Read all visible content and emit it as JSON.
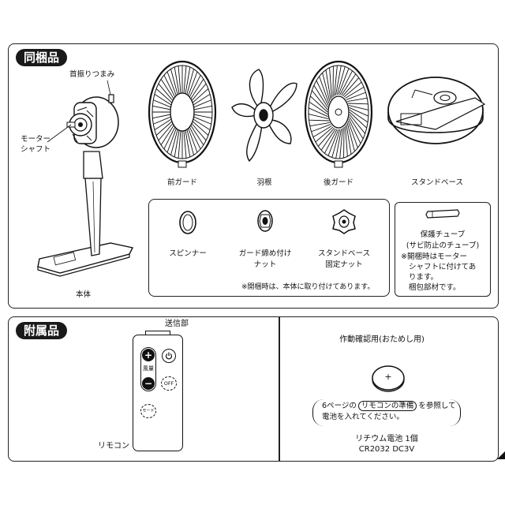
{
  "included": {
    "title": "同梱品",
    "main_unit": {
      "label": "本体",
      "knob_label": "首振りつまみ",
      "shaft_label_1": "モーター",
      "shaft_label_2": "シャフト"
    },
    "parts": [
      {
        "label": "前ガード"
      },
      {
        "label": "羽根"
      },
      {
        "label": "後ガード"
      },
      {
        "label": "スタンドベース"
      }
    ],
    "small_parts": [
      {
        "line1": "スピンナー",
        "line2": ""
      },
      {
        "line1": "ガード締め付け",
        "line2": "ナット"
      },
      {
        "line1": "スタンドベース",
        "line2": "固定ナット"
      }
    ],
    "small_parts_note": "※開梱時は、本体に取り付けてあります。",
    "tube": {
      "title": "保護チューブ",
      "subtitle": "(サビ防止のチューブ)",
      "note_1": "※開梱時はモーター",
      "note_2": "シャフトに付けてあ",
      "note_3": "ります。",
      "note_4": "梱包部材です。"
    }
  },
  "accessories": {
    "title": "附属品",
    "remote": {
      "label": "リモコン",
      "transmitter_label": "送信部",
      "plus": "+",
      "minus": "−",
      "wind_label": "風量",
      "off_label": "OFF",
      "mode_label": "モード"
    },
    "battery": {
      "heading": "作動確認用(おためし用)",
      "coin_mark": "+",
      "instruction_pre": "6ページの",
      "instruction_ref": "リモコンの準備",
      "instruction_post": "を参照して",
      "instruction_line2": "電池を入れてください。",
      "name": "リチウム電池 1個",
      "spec": "CR2032 DC3V"
    }
  }
}
